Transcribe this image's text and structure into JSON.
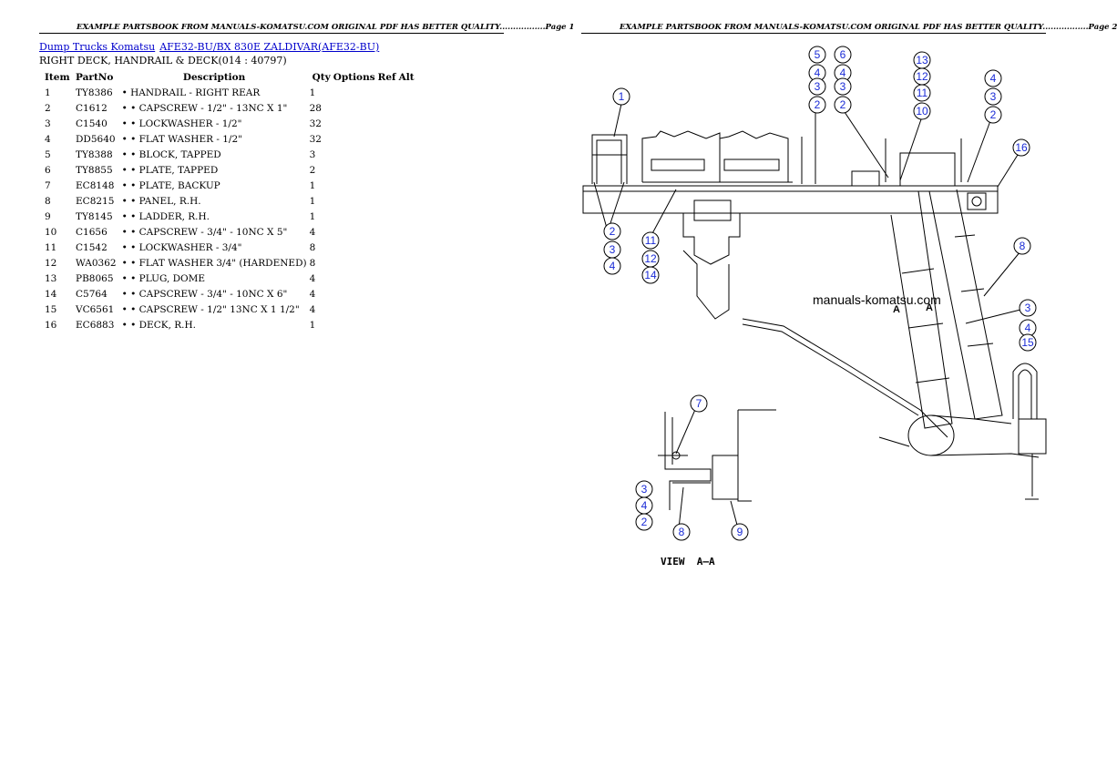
{
  "header": {
    "page1": "EXAMPLE PARTSBOOK FROM MANUALS-KOMATSU.COM ORIGINAL PDF HAS BETTER QUALITY.................Page 1",
    "page2": "EXAMPLE PARTSBOOK FROM MANUALS-KOMATSU.COM ORIGINAL PDF HAS BETTER QUALITY.................Page 2"
  },
  "breadcrumb": {
    "link1": "Dump Trucks Komatsu",
    "link2": "AFE32-BU/BX 830E ZALDIVAR(AFE32-BU)"
  },
  "subtitle": "RIGHT DECK, HANDRAIL & DECK(014 : 40797)",
  "table": {
    "headers": {
      "item": "Item",
      "partno": "PartNo",
      "description": "Description",
      "qty": "Qty",
      "options": "Options",
      "ref": "Ref",
      "alt": "Alt"
    },
    "rows": [
      {
        "item": "1",
        "partno": "TY8386",
        "description": "• HANDRAIL - RIGHT REAR",
        "qty": "1"
      },
      {
        "item": "2",
        "partno": "C1612",
        "description": "• • CAPSCREW - 1/2\" - 13NC X 1\"",
        "qty": "28"
      },
      {
        "item": "3",
        "partno": "C1540",
        "description": "• • LOCKWASHER - 1/2\"",
        "qty": "32"
      },
      {
        "item": "4",
        "partno": "DD5640",
        "description": "• • FLAT WASHER - 1/2\"",
        "qty": "32"
      },
      {
        "item": "5",
        "partno": "TY8388",
        "description": "• • BLOCK, TAPPED",
        "qty": "3"
      },
      {
        "item": "6",
        "partno": "TY8855",
        "description": "• • PLATE, TAPPED",
        "qty": "2"
      },
      {
        "item": "7",
        "partno": "EC8148",
        "description": "• • PLATE, BACKUP",
        "qty": "1"
      },
      {
        "item": "8",
        "partno": "EC8215",
        "description": "• • PANEL, R.H.",
        "qty": "1"
      },
      {
        "item": "9",
        "partno": "TY8145",
        "description": "• • LADDER, R.H.",
        "qty": "1"
      },
      {
        "item": "10",
        "partno": "C1656",
        "description": "• • CAPSCREW - 3/4\" - 10NC X 5\"",
        "qty": "4"
      },
      {
        "item": "11",
        "partno": "C1542",
        "description": "• • LOCKWASHER - 3/4\"",
        "qty": "8"
      },
      {
        "item": "12",
        "partno": "WA0362",
        "description": "• • FLAT WASHER 3/4\" (HARDENED)",
        "qty": "8"
      },
      {
        "item": "13",
        "partno": "PB8065",
        "description": "• • PLUG, DOME",
        "qty": "4"
      },
      {
        "item": "14",
        "partno": "C5764",
        "description": "• • CAPSCREW - 3/4\" - 10NC X 6\"",
        "qty": "4"
      },
      {
        "item": "15",
        "partno": "VC6561",
        "description": "• • CAPSCREW - 1/2\" 13NC X 1 1/2\"",
        "qty": "4"
      },
      {
        "item": "16",
        "partno": "EC6883",
        "description": "• • DECK, R.H.",
        "qty": "1"
      }
    ]
  },
  "diagram": {
    "watermark": "manuals-komatsu.com",
    "section_label": "A",
    "section_label2": "A",
    "view_label": "VIEW  A—A",
    "callout_color": "#1a2bd6",
    "callouts": [
      "1",
      "5",
      "4",
      "3",
      "2",
      "6",
      "4",
      "3",
      "2",
      "13",
      "12",
      "11",
      "10",
      "4",
      "3",
      "2",
      "16",
      "2",
      "3",
      "4",
      "11",
      "12",
      "14",
      "8",
      "3",
      "4",
      "15",
      "7",
      "3",
      "4",
      "2",
      "8",
      "9"
    ]
  }
}
